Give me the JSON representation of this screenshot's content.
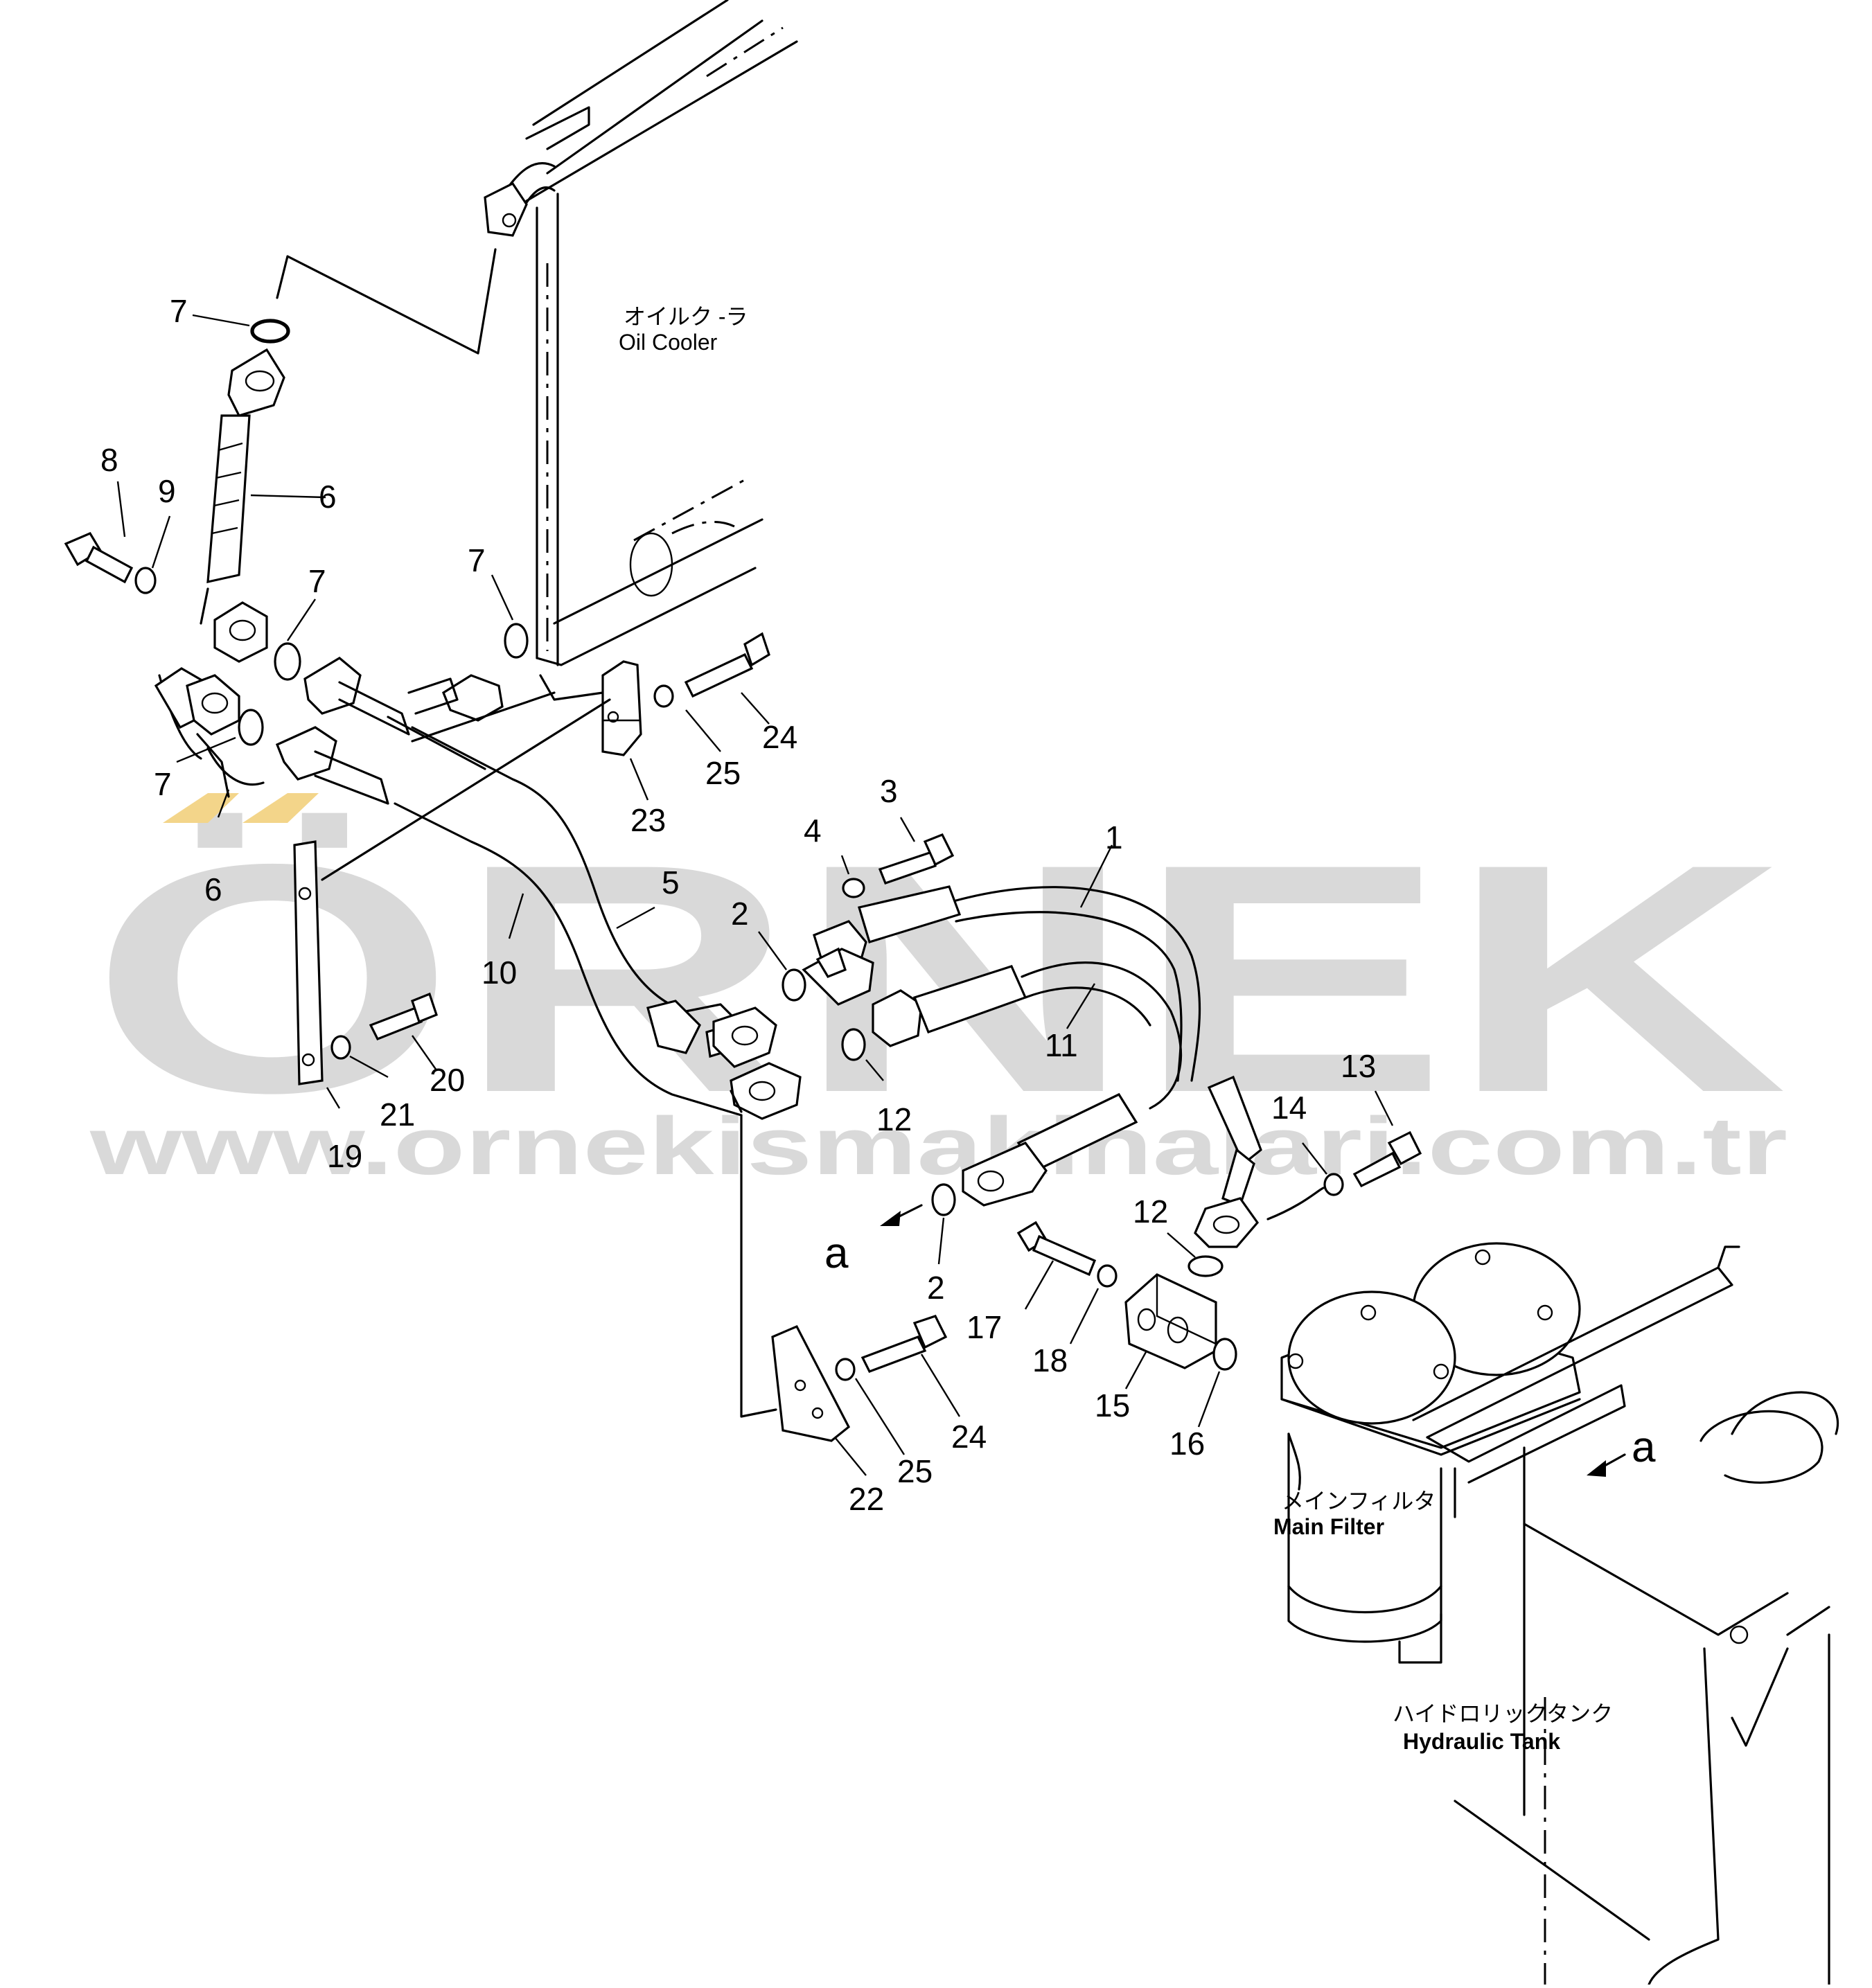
{
  "watermark": {
    "brand": "ÖRNEK",
    "url": "www.ornekismakinalari.com.tr",
    "color": "#d9d9d9",
    "accent": "#f3d58a"
  },
  "annotations": {
    "oil_cooler_jp": "オイルク ‐ラ",
    "oil_cooler_en": "Oil  Cooler",
    "main_filter_jp": "メインフィルタ",
    "main_filter_en": "Main  Filter",
    "hydraulic_tank_jp": "ハイドロリックタンク",
    "hydraulic_tank_en": "Hydraulic  Tank"
  },
  "view_marker": "a",
  "callouts": [
    "7",
    "8",
    "9",
    "6",
    "7",
    "7",
    "7",
    "6",
    "10",
    "5",
    "3",
    "4",
    "2",
    "1",
    "11",
    "12",
    "24",
    "25",
    "23",
    "19",
    "20",
    "21",
    "13",
    "14",
    "12",
    "2",
    "17",
    "18",
    "15",
    "16",
    "24",
    "25",
    "22"
  ]
}
